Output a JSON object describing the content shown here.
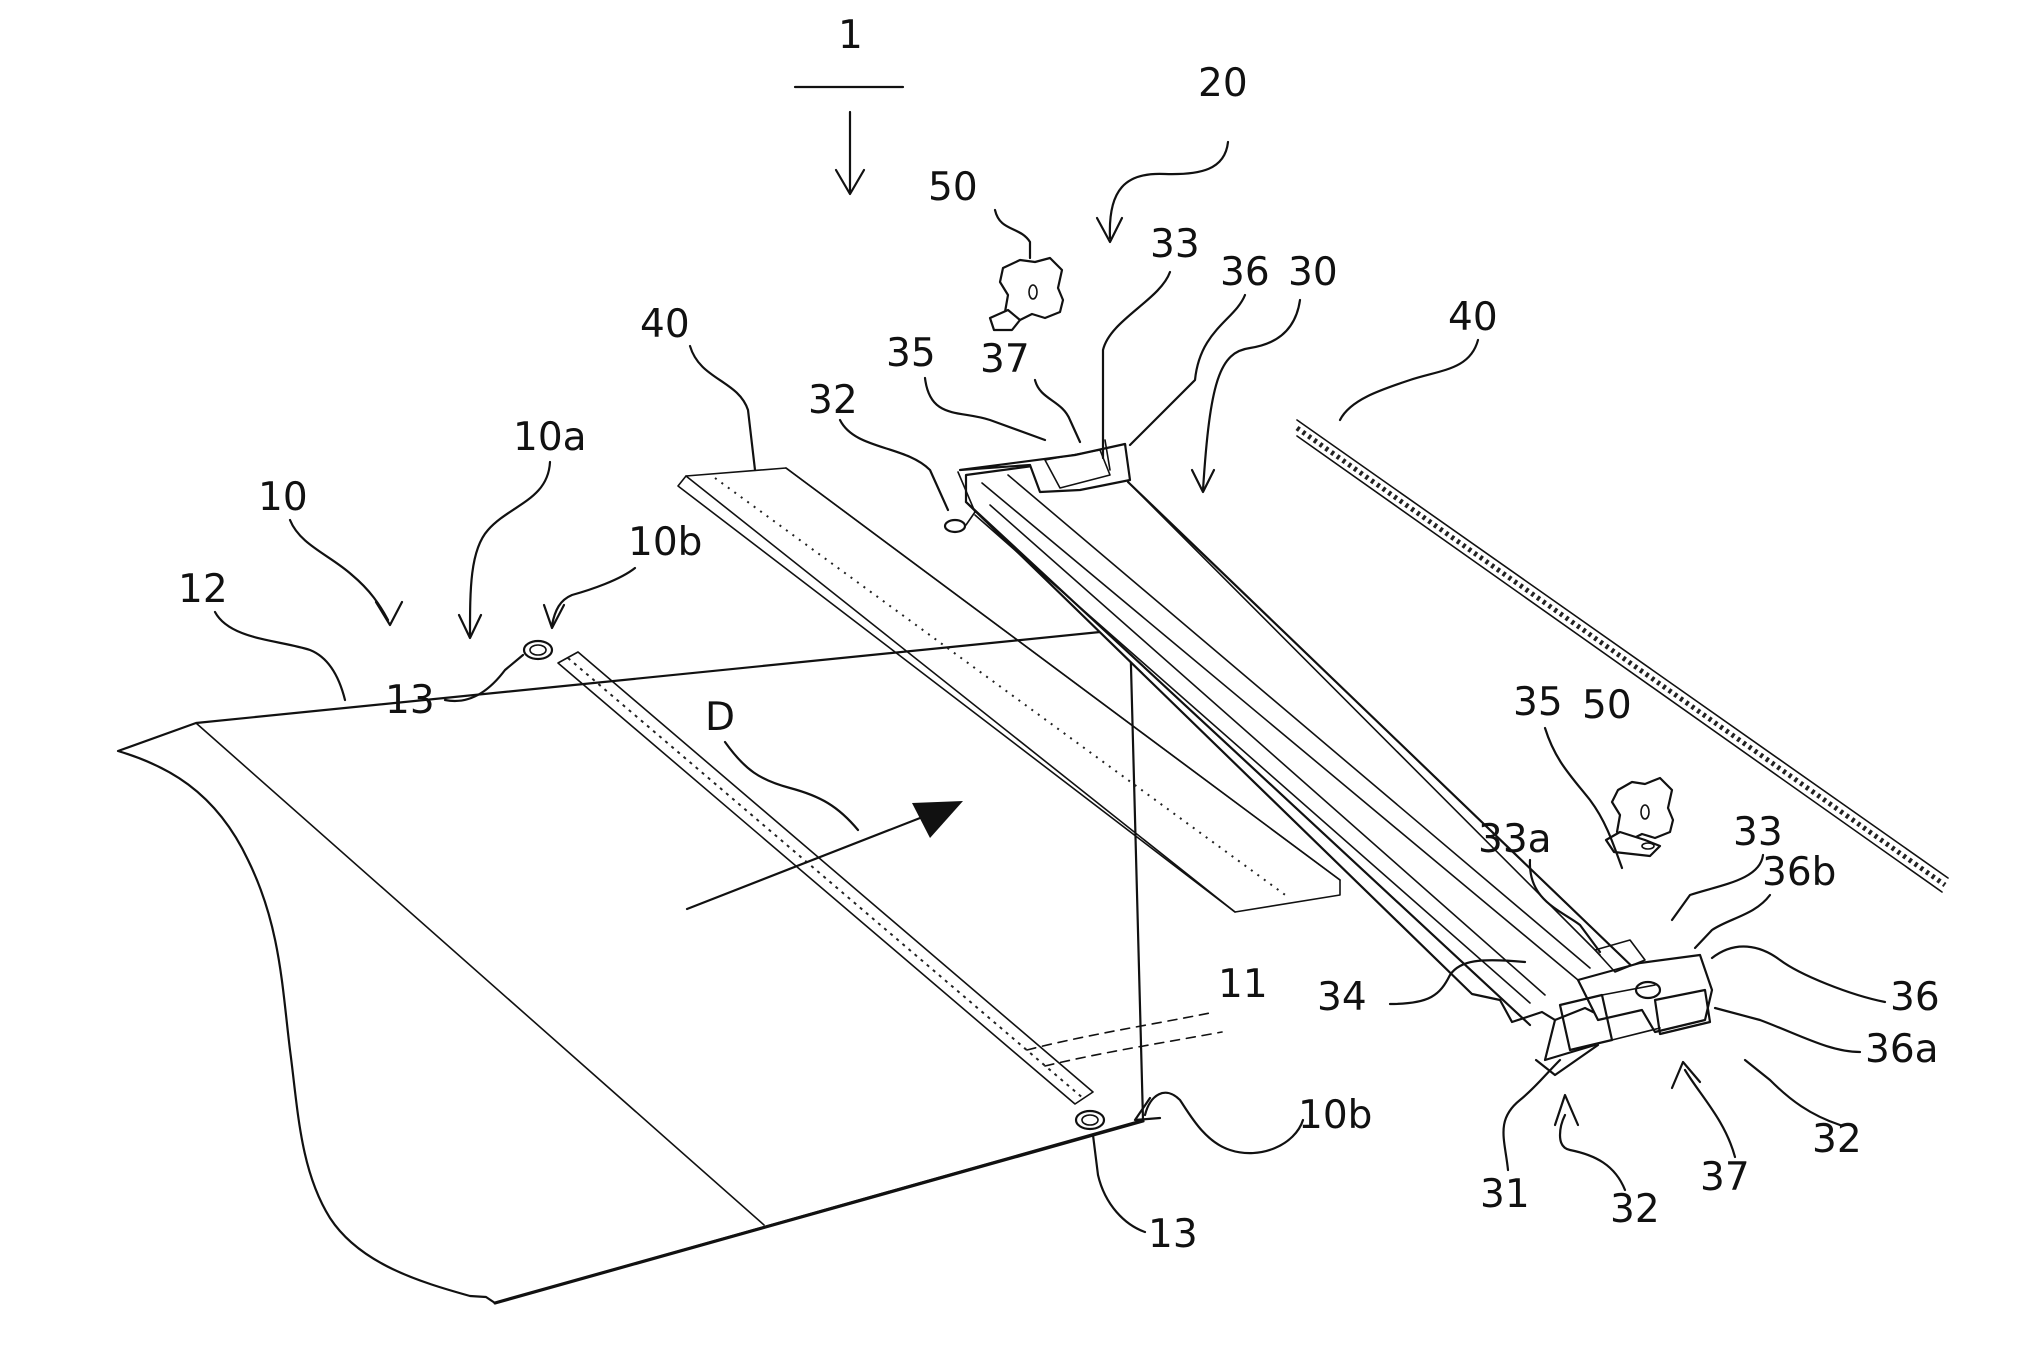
{
  "labels": {
    "assembly": "1",
    "connector": "20",
    "bracket_left": "50",
    "bracket_right": "50",
    "housing_recess_top": "33",
    "wall_top": "36",
    "housing": "30",
    "contacts_left": "40",
    "contacts_right": "40",
    "lock_top": "35",
    "slit_top": "37",
    "post_top": "32",
    "card_edge": "10a",
    "card": "10",
    "card_corner_top": "10b",
    "card_body": "12",
    "hole_top": "13",
    "direction": "D",
    "lock_bottom": "35",
    "recess_face": "33a",
    "recess_bottom": "33",
    "wall_face_b": "36b",
    "pads": "11",
    "rail": "34",
    "wall_bottom": "36",
    "wall_face_a": "36a",
    "card_corner_bottom": "10b",
    "post_bottom_right": "32",
    "slit_bottom": "37",
    "slot": "31",
    "post_bottom_mid": "32",
    "hole_bottom": "13"
  }
}
